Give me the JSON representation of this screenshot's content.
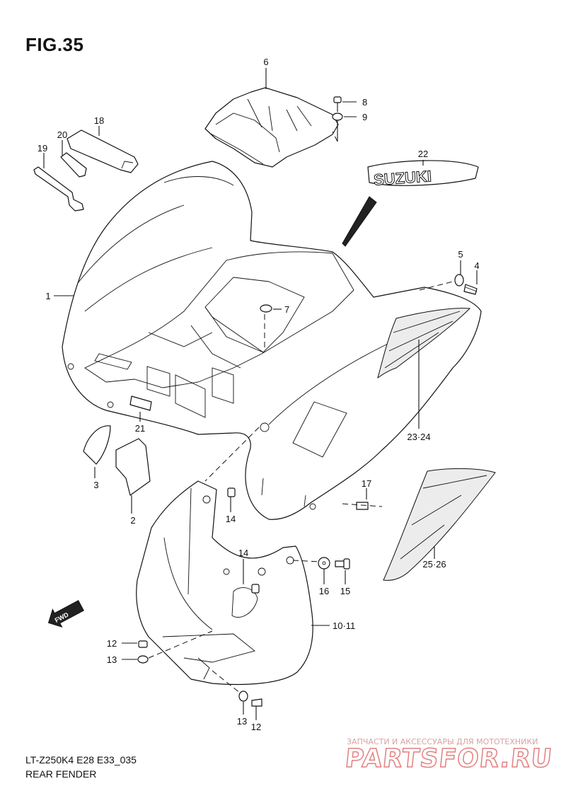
{
  "figure": {
    "title": "FIG.35",
    "model_code": "LT-Z250K4 E28 E33_035",
    "caption": "REAR FENDER"
  },
  "decal_text": "SUZUKI",
  "fwd_arrow": "FWD",
  "callouts": {
    "c1": "1",
    "c2": "2",
    "c3": "3",
    "c4": "4",
    "c5": "5",
    "c6": "6",
    "c7": "7",
    "c8": "8",
    "c9": "9",
    "c10_11": "10·11",
    "c12a": "12",
    "c12b": "12",
    "c13a": "13",
    "c13b": "13",
    "c14a": "14",
    "c14b": "14",
    "c15": "15",
    "c16": "16",
    "c17": "17",
    "c18": "18",
    "c19": "19",
    "c20": "20",
    "c21": "21",
    "c22": "22",
    "c23_24": "23·24",
    "c25_26": "25·26"
  },
  "watermark": {
    "tagline": "ЗАПЧАСТИ И АКСЕССУАРЫ ДЛЯ МОТОТЕХНИКИ",
    "logo": "PARTSFOR.RU"
  }
}
